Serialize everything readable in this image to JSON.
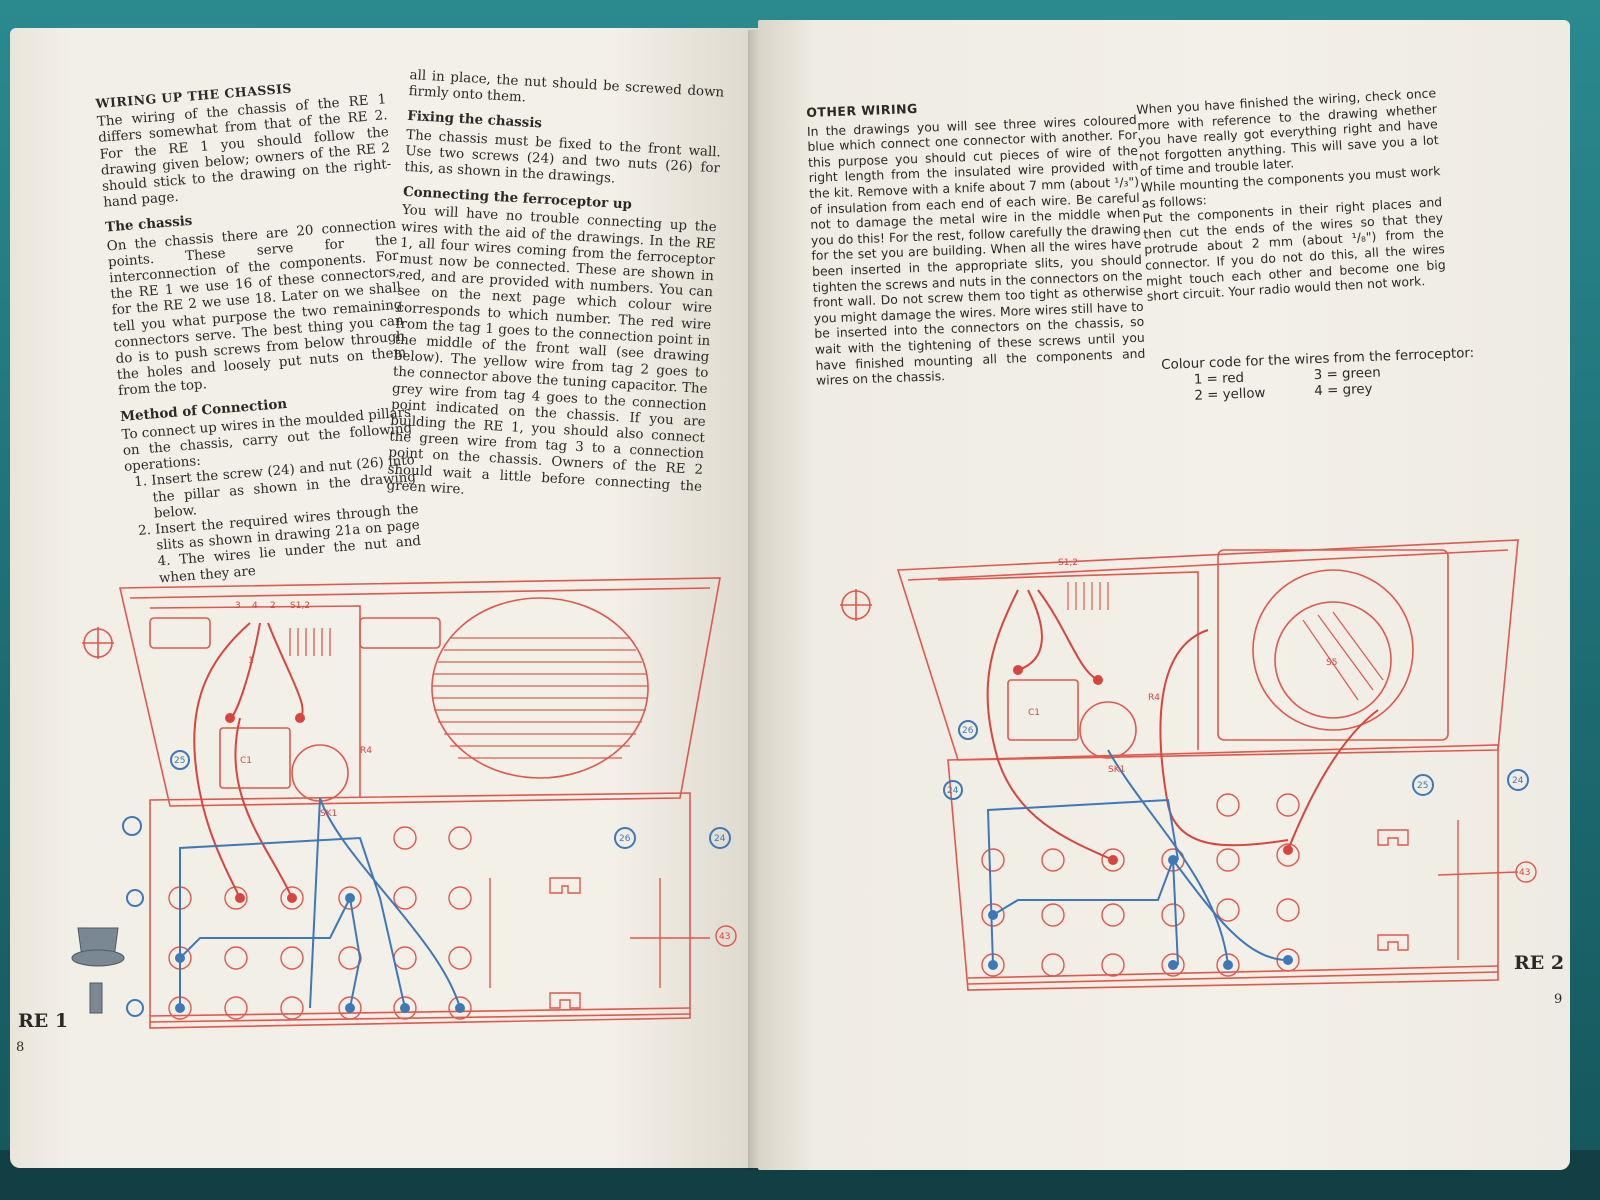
{
  "left_page": {
    "col1": {
      "heading": "WIRING UP THE CHASSIS",
      "intro": "The wiring of the chassis of the RE 1 differs somewhat from that of the RE 2. For the RE 1 you should follow the drawing given below; owners of the RE 2 should stick to the drawing on the right-hand page.",
      "chassis_heading": "The chassis",
      "chassis_text": "On the chassis there are 20 connection points. These serve for the interconnection of the components. For the RE 1 we use 16 of these connectors, for the RE 2 we use 18. Later on we shall tell you what purpose the two remaining connectors serve. The best thing you can do is to push screws from below through the holes and loosely put nuts on them from the top.",
      "method_heading": "Method of Connection",
      "method_text": "To connect up wires in the moulded pillars on the chassis, carry out the following operations:",
      "steps": [
        "Insert the screw (24) and nut (26) into the pillar as shown in the drawing below.",
        "Insert the required wires through the slits as shown in drawing 21a on page 4. The wires lie under the nut and when they are"
      ]
    },
    "col2": {
      "continuation": "all in place, the nut should be screwed down firmly onto them.",
      "fixing_heading": "Fixing the chassis",
      "fixing_text": "The chassis must be fixed to the front wall. Use two screws (24) and two nuts (26) for this, as shown in the drawings.",
      "ferro_heading": "Connecting the ferroceptor up",
      "ferro_text": "You will have no trouble connecting up the wires with the aid of the drawings. In the RE 1, all four wires coming from the ferroceptor must now be connected. These are shown in red, and are provided with numbers. You can see on the next page which colour wire corresponds to which number. The red wire from the tag 1 goes to the connection point in the middle of the front wall (see drawing below). The yellow wire from tag 2 goes to the connector above the tuning capacitor. The grey wire from tag 4 goes to the connection point indicated on the chassis. If you are building the RE 1, you should also connect the green wire from tag 3 to a connection point on the chassis. Owners of the RE 2 should wait a little before connecting the green wire."
    },
    "label": "RE 1",
    "page_number": "8"
  },
  "right_page": {
    "col3": {
      "heading": "OTHER WIRING",
      "text": "In the drawings you will see three wires coloured blue which connect one connector with another. For this purpose you should cut pieces of wire of the right length from the insulated wire provided with the kit. Remove with a knife about 7 mm (about ¹/₃\") of insulation from each end of each wire. Be careful not to damage the metal wire in the middle when you do this! For the rest, follow carefully the drawing for the set you are building. When all the wires have been inserted in the appropriate slits, you should tighten the screws and nuts in the connectors on the front wall. Do not screw them too tight as otherwise you might damage the wires. More wires still have to be inserted into the connectors on the chassis, so wait with the tightening of these screws until you have finished mounting all the components and wires on the chassis."
    },
    "col4": {
      "text1": "When you have finished the wiring, check once more with reference to the drawing whether you have really got everything right and have not forgotten anything. This will save you a lot of time and trouble later.",
      "text2": "While mounting the components you must work as follows:",
      "text3": "Put the components in their right places and then cut the ends of the wires so that they protrude about 2 mm (about ¹/₈\") from the connector. If you do not do this, all the wires might touch each other and become one big short circuit. Your radio would then not work."
    },
    "colour_code": {
      "title": "Colour code for the wires from the ferroceptor:",
      "c1": "1 = red",
      "c2": "2 = yellow",
      "c3": "3 = green",
      "c4": "4 = grey"
    },
    "label": "RE 2",
    "page_number": "9"
  },
  "diagram_labels": {
    "s12": "S1,2",
    "c1": "C1",
    "r4": "R4",
    "sk1": "SK1",
    "s5": "S5",
    "n24": "24",
    "n26": "26",
    "n25": "25",
    "n43": "43",
    "t1": "1",
    "t2": "2",
    "t3": "3",
    "t4": "4"
  },
  "colors": {
    "red_wire": "#d8453c",
    "blue_wire": "#3f78b8",
    "outline_red": "#e0584e",
    "paper": "#f2efe7"
  }
}
